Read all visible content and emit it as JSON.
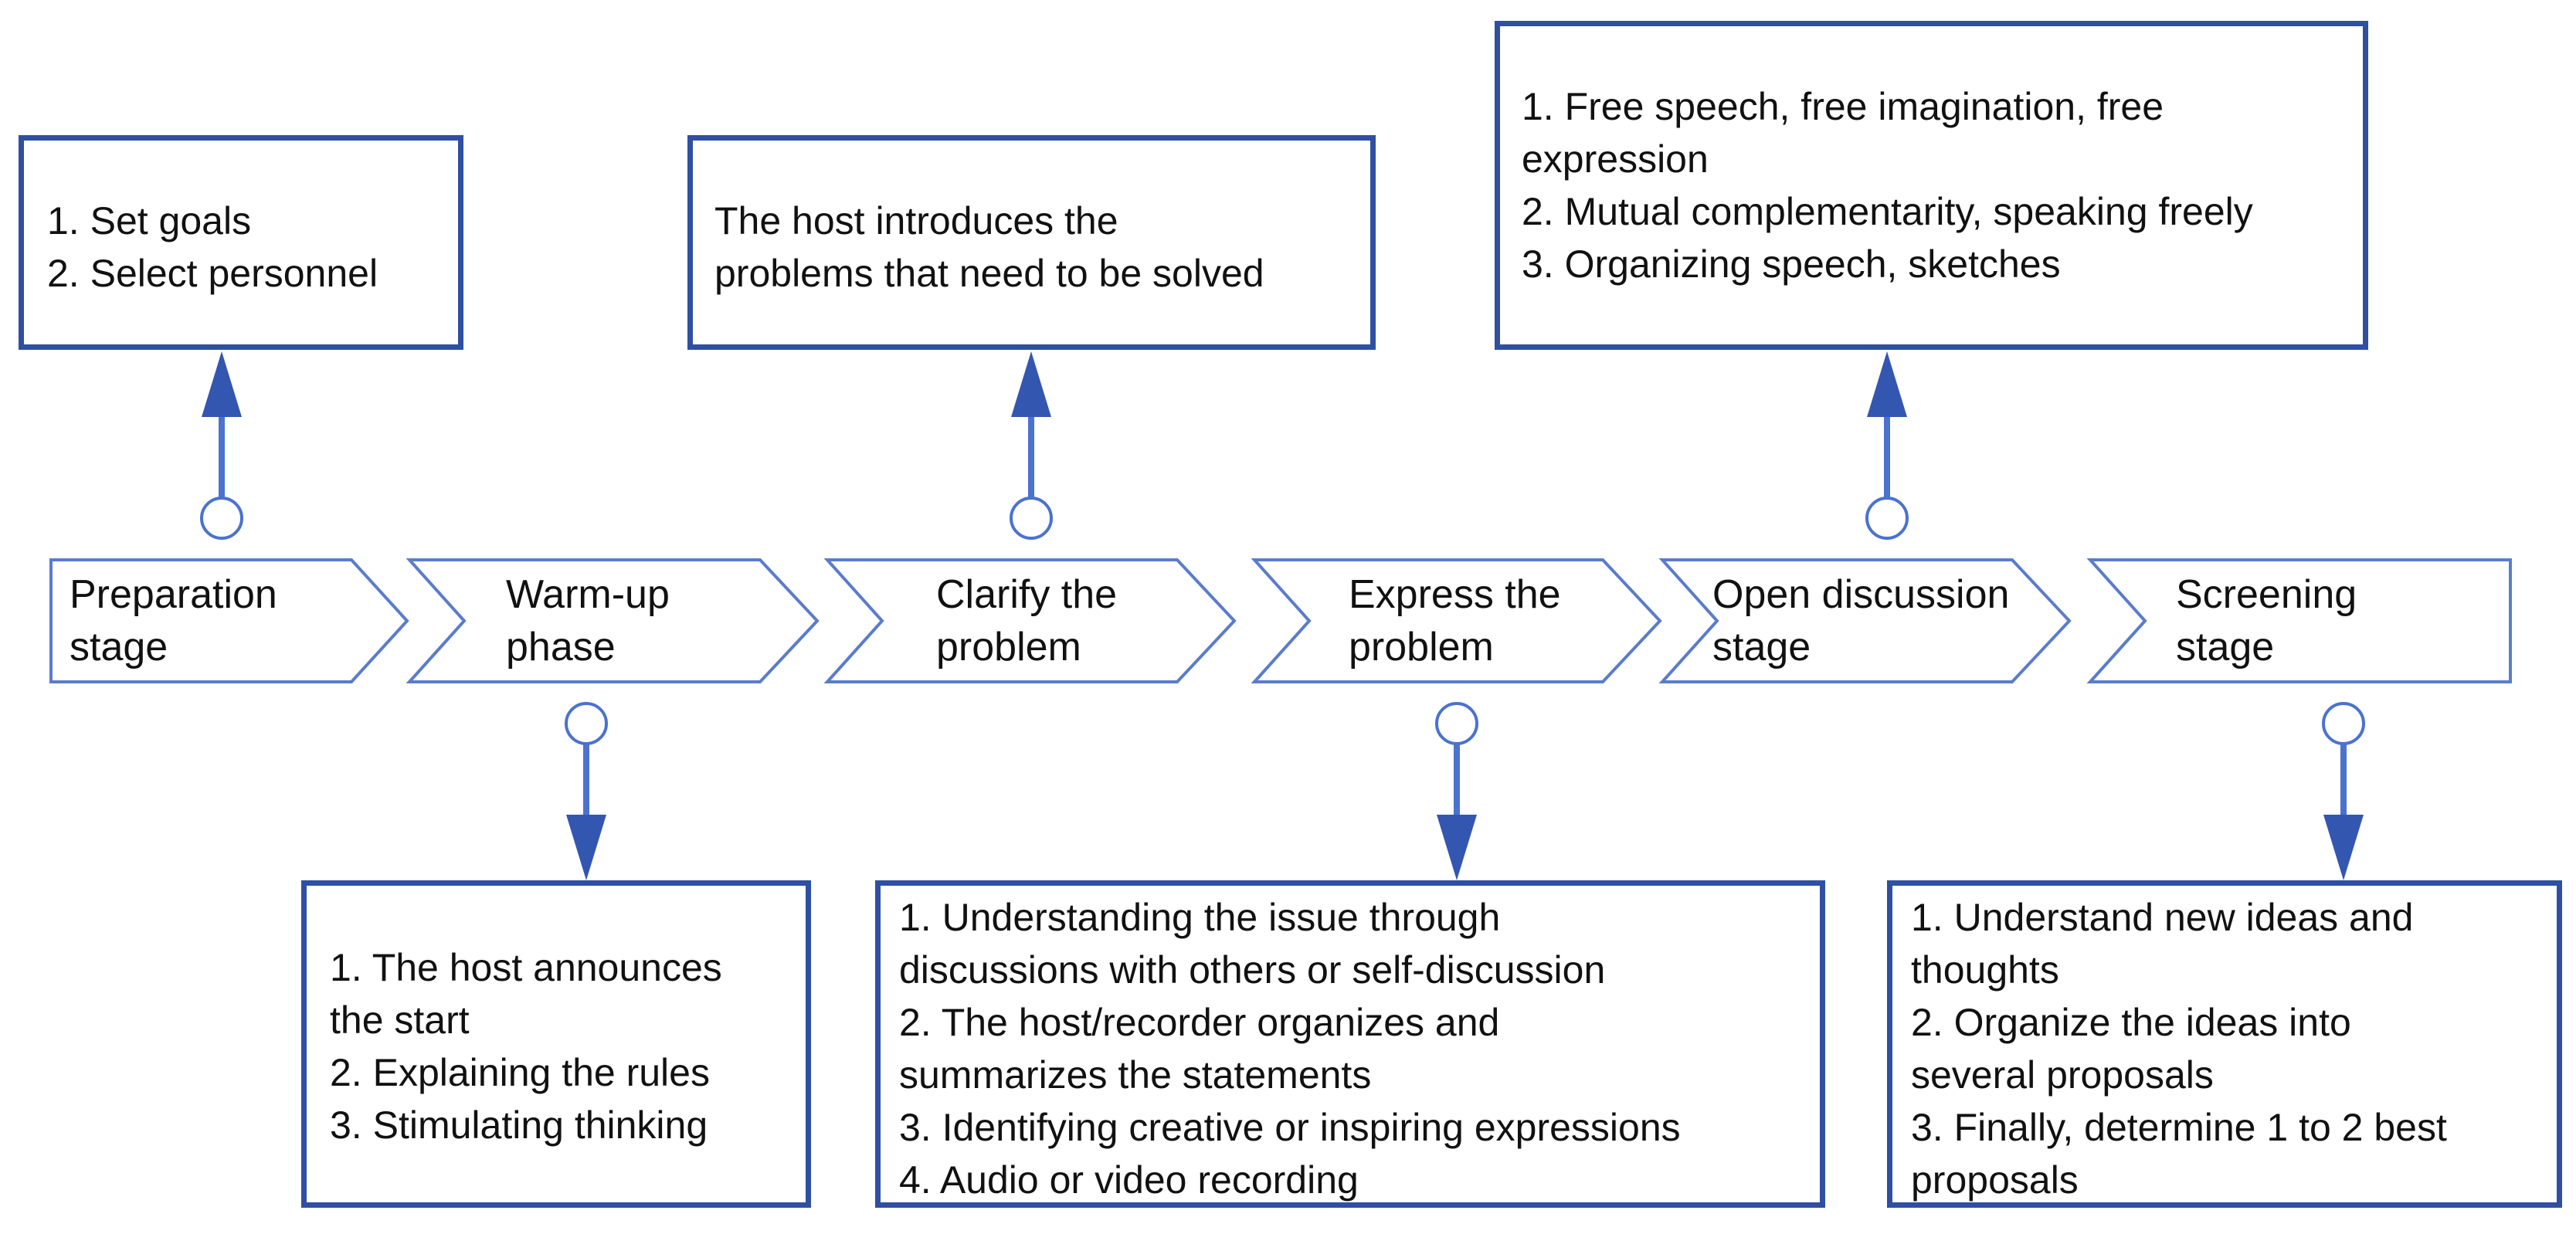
{
  "colors": {
    "box_border": "#2f4fa2",
    "chevron_stroke": "#5a7ccc",
    "connector": "#4a72cf",
    "arrow_head": "#3356b0"
  },
  "stages": [
    {
      "line1": "Preparation",
      "line2": "stage"
    },
    {
      "line1": "Warm-up",
      "line2": "phase"
    },
    {
      "line1": "Clarify the",
      "line2": "problem"
    },
    {
      "line1": "Express the",
      "line2": "problem"
    },
    {
      "line1": "Open discussion",
      "line2": "stage"
    },
    {
      "line1": "Screening",
      "line2": "stage"
    }
  ],
  "boxes": {
    "preparation": [
      "1. Set goals",
      "2. Select personnel"
    ],
    "clarify": [
      "The host introduces the",
      "problems that need to be solved"
    ],
    "open_discussion": [
      "1. Free speech, free imagination, free",
      "expression",
      "2. Mutual complementarity, speaking freely",
      "3. Organizing speech, sketches"
    ],
    "warm_up": [
      "1. The host announces",
      "the start",
      "2. Explaining the rules",
      "3. Stimulating thinking"
    ],
    "express": [
      "1. Understanding the issue through",
      "discussions with others or self-discussion",
      "2. The host/recorder organizes and",
      "summarizes the statements",
      "3. Identifying creative or inspiring expressions",
      "4. Audio or video recording"
    ],
    "screening": [
      "1. Understand new ideas and",
      "thoughts",
      "2. Organize the ideas into",
      "several proposals",
      "3. Finally, determine 1 to 2 best",
      "proposals"
    ]
  }
}
